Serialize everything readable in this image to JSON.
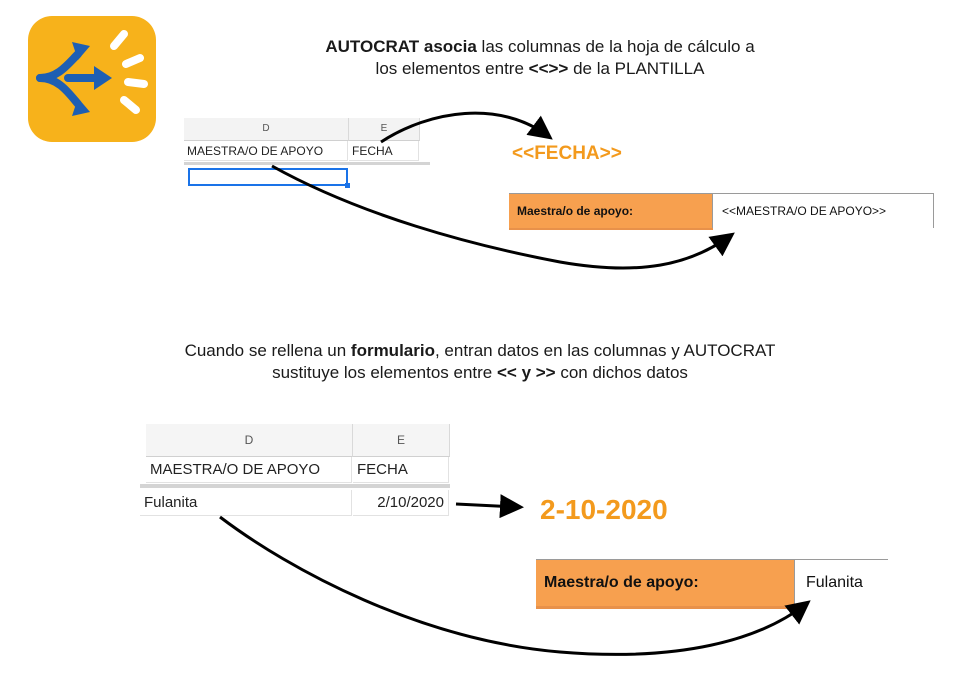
{
  "caption_top": {
    "part1_bold": "AUTOCRAT asocia",
    "part2": " las columnas de la hoja de cálculo a",
    "line2_pre": "los elementos entre ",
    "line2_bold": "<<>>",
    "line2_post": " de la PLANTILLA"
  },
  "sheet_top": {
    "col_d": "D",
    "col_e": "E",
    "header_d": "MAESTRA/O DE APOYO",
    "header_e": "FECHA"
  },
  "template_top": {
    "fecha_tag": "<<FECHA>>",
    "label": "Maestra/o de apoyo:",
    "value": "<<MAESTRA/O DE APOYO>>"
  },
  "caption_bottom": {
    "part1": "Cuando se rellena un ",
    "part1_bold": "formulario",
    "part2": ", entran datos en las columnas y AUTOCRAT",
    "line2_pre": "sustituye los elementos entre ",
    "line2_bold": "<< y >>",
    "line2_post": " con dichos datos"
  },
  "sheet_bottom": {
    "col_d": "D",
    "col_e": "E",
    "header_d": "MAESTRA/O DE APOYO",
    "header_e": "FECHA",
    "row1_d": "Fulanita",
    "row1_e": "2/10/2020"
  },
  "template_bottom": {
    "fecha_value": "2-10-2020",
    "label": "Maestra/o de apoyo:",
    "value": "Fulanita"
  },
  "colors": {
    "logo_bg": "#f7b21b",
    "logo_arrows": "#1e5fb3",
    "accent_orange": "#f39a1d",
    "label_fill": "#f7a04f",
    "selection_blue": "#1a73e8"
  }
}
